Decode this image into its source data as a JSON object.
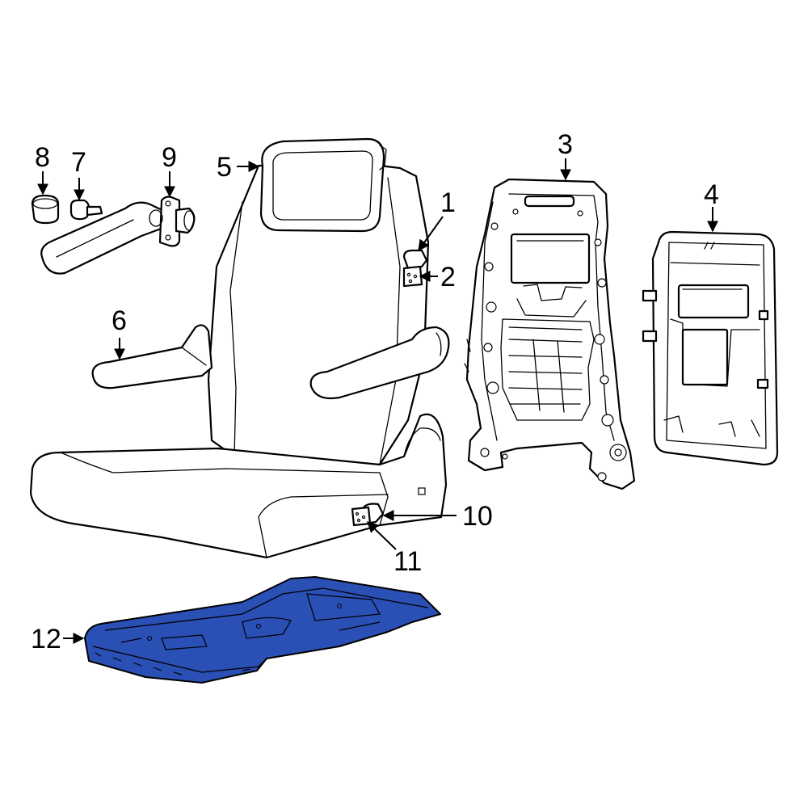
{
  "callouts": {
    "c1": "1",
    "c2": "2",
    "c3": "3",
    "c4": "4",
    "c5": "5",
    "c6": "6",
    "c7": "7",
    "c8": "8",
    "c9": "9",
    "c10": "10",
    "c11": "11",
    "c12": "12"
  },
  "colors": {
    "highlight_part": "#2a4fb5",
    "line": "#000000",
    "background": "#ffffff"
  }
}
